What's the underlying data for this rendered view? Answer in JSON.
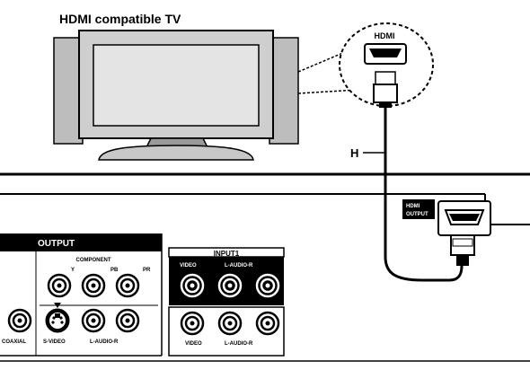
{
  "diagram": {
    "title": "HDMI compatible TV",
    "callout": {
      "label": "HDMI"
    },
    "cable": {
      "label": "H"
    },
    "rear_panel": {
      "hdmi_output": {
        "line1": "HDMI",
        "line2": "OUTPUT"
      },
      "output_section": {
        "header": "OUTPUT",
        "component": {
          "label": "COMPONENT",
          "jacks": [
            "Y",
            "PB",
            "PR"
          ]
        },
        "coaxial_label": "COAXIAL",
        "svideo_label": "S-VIDEO",
        "audio_label": "L-AUDIO-R"
      },
      "input1_section": {
        "header": "INPUT1",
        "top_labels": {
          "video": "VIDEO",
          "audio": "L-AUDIO-R"
        },
        "bottom_labels": {
          "video": "VIDEO",
          "audio": "L-AUDIO-R"
        }
      }
    },
    "colors": {
      "ink": "#000000",
      "paper": "#ffffff",
      "tv_body": "#c8c8c8",
      "tv_screen": "#e2e2e2",
      "tv_speaker": "#bdbdbd"
    }
  }
}
